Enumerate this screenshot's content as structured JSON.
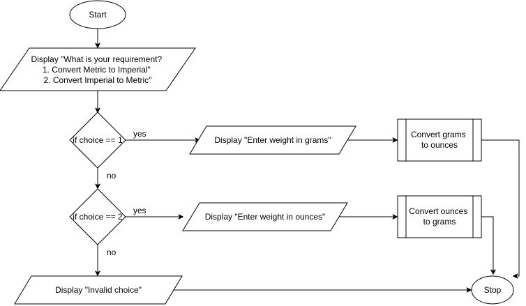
{
  "nodes": {
    "start": {
      "text": "Start"
    },
    "prompt": {
      "lines": [
        "Display \"What is your requirement?",
        "1. Convert Metric to Imperial\"",
        "2. Convert Imperial to Metric\""
      ]
    },
    "decision1": {
      "text": "if choice == 1"
    },
    "decision2": {
      "text": "if choice == 2"
    },
    "input_grams": {
      "text": "Display \"Enter weight in grams\""
    },
    "input_ounces": {
      "text": "Display \"Enter weight in ounces\""
    },
    "convert_g2oz": {
      "lines": [
        "Convert grams",
        "to ounces"
      ]
    },
    "convert_oz2g": {
      "lines": [
        "Convert ounces",
        "to grams"
      ]
    },
    "invalid": {
      "text": "Display \"Invalid choice\""
    },
    "stop": {
      "text": "Stop"
    }
  },
  "edge_labels": {
    "yes1": "yes",
    "no1": "no",
    "yes2": "yes",
    "no2": "no"
  }
}
